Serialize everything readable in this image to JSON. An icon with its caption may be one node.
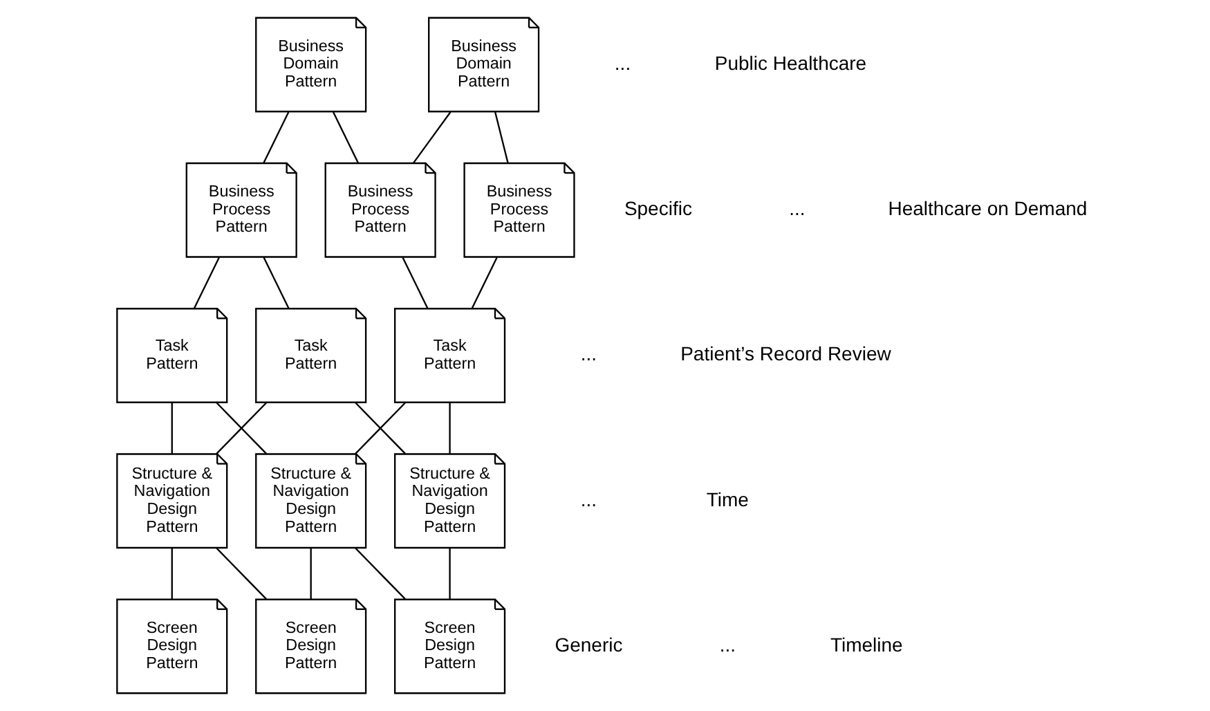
{
  "diagram": {
    "nodes": [
      {
        "text": [
          "Business Domain Pattern"
        ]
      },
      {
        "text": [
          "Business Domain Pattern"
        ]
      },
      {
        "text": [
          "Business Process Pattern"
        ]
      },
      {
        "text": [
          "Business Process Pattern"
        ]
      },
      {
        "text": [
          "Business Process Pattern"
        ]
      },
      {
        "text": [
          "Task Pattern"
        ]
      },
      {
        "text": [
          "Task Pattern"
        ]
      },
      {
        "text": [
          "Task Pattern"
        ]
      },
      {
        "text": [
          "Structure & Navigation Design Pattern"
        ]
      },
      {
        "text": [
          "Structure & Navigation Design Pattern"
        ]
      },
      {
        "text": [
          "Structure & Navigation Design Pattern"
        ]
      },
      {
        "text": [
          "Screen Design Pattern"
        ]
      },
      {
        "text": [
          "Screen Design Pattern"
        ]
      },
      {
        "text": [
          "Screen Design Pattern"
        ]
      }
    ],
    "edges": [
      {
        "from": 0,
        "to": 2,
        "arrow": "none"
      },
      {
        "from": 0,
        "to": 3,
        "arrow": "none"
      },
      {
        "from": 1,
        "to": 3,
        "arrow": "none"
      },
      {
        "from": 1,
        "to": 4,
        "arrow": "none"
      },
      {
        "from": 2,
        "to": 5,
        "arrow": "none"
      },
      {
        "from": 2,
        "to": 6,
        "arrow": "none"
      },
      {
        "from": 3,
        "to": 7,
        "arrow": "none"
      },
      {
        "from": 4,
        "to": 7,
        "arrow": "none"
      },
      {
        "from": 5,
        "to": 8,
        "arrow": "none"
      },
      {
        "from": 5,
        "to": 10,
        "arrow": "none"
      },
      {
        "from": 6,
        "to": 8,
        "arrow": "none"
      },
      {
        "from": 6,
        "to": 9,
        "arrow": "none"
      },
      {
        "from": 7,
        "to": 9,
        "arrow": "none"
      },
      {
        "from": 7,
        "to": 10,
        "arrow": "none"
      },
      {
        "from": 8,
        "to": 11,
        "arrow": "none"
      },
      {
        "from": 8,
        "to": 12,
        "arrow": "none"
      },
      {
        "from": 9,
        "to": 11,
        "arrow": "none"
      },
      {
        "from": 9,
        "to": 13,
        "arrow": "none"
      },
      {
        "from": 10,
        "to": 13,
        "arrow": "none"
      }
    ],
    "labels": [
      "...",
      "Public Healthcare",
      "Specific",
      "...",
      "Healthcare on Demand",
      "...",
      "Patient’s Record Review",
      "...",
      "Time",
      "Generic",
      "Timeline",
      "..."
    ]
  }
}
